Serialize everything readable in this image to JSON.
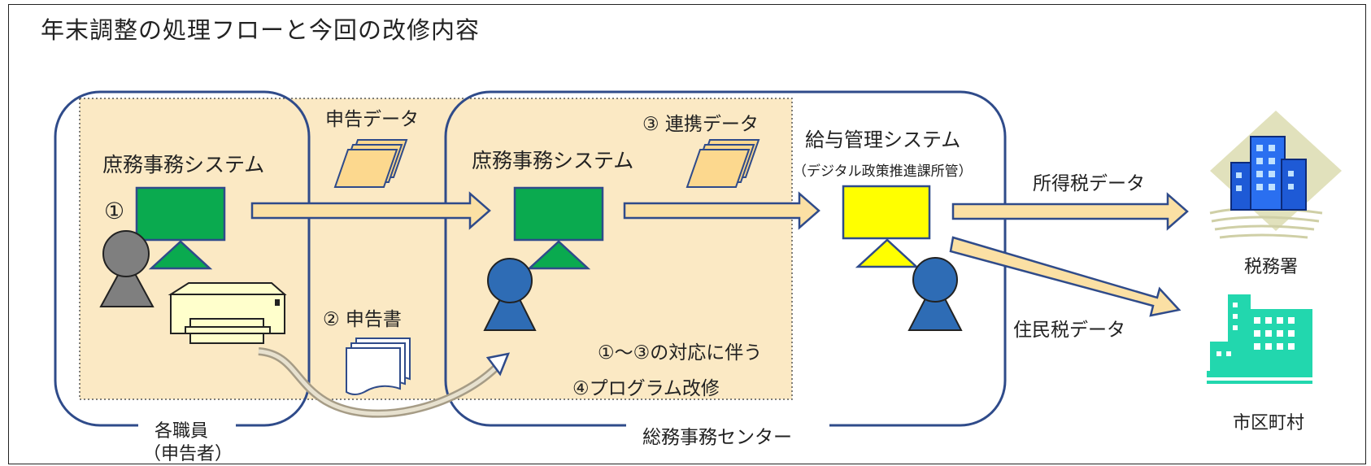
{
  "title": "年末調整の処理フローと今回の改修内容",
  "left_system": {
    "name": "庶務事務システム",
    "step_marker": "①"
  },
  "group_left": {
    "name": "各職員",
    "sub": "（申告者）"
  },
  "declaration_data": "申告データ",
  "declaration_form": "② 申告書",
  "center_system": {
    "name": "庶務事務システム"
  },
  "linkage_data": "③ 連携データ",
  "program_note": {
    "line1": "①～③の対応に伴う",
    "line2": "④プログラム改修"
  },
  "group_center": {
    "name": "総務事務センター"
  },
  "payroll_system": {
    "name": "給与管理システム",
    "sub": "（デジタル政策推進課所管）"
  },
  "income_tax_data": "所得税データ",
  "resident_tax_data": "住民税データ",
  "tax_office": "税務署",
  "municipality": "市区町村",
  "colors": {
    "frame_blue": "#2f4b8a",
    "band_fill": "#fbe9c4",
    "arrow_fill": "#fbe0a4",
    "green_screen": "#0aaa4f",
    "yellow_screen": "#ffff00",
    "person_blue": "#2e6cb5",
    "person_gray": "#7f7f7f",
    "building_blue": "#1e5ad6",
    "building_teal": "#22d7ae"
  }
}
